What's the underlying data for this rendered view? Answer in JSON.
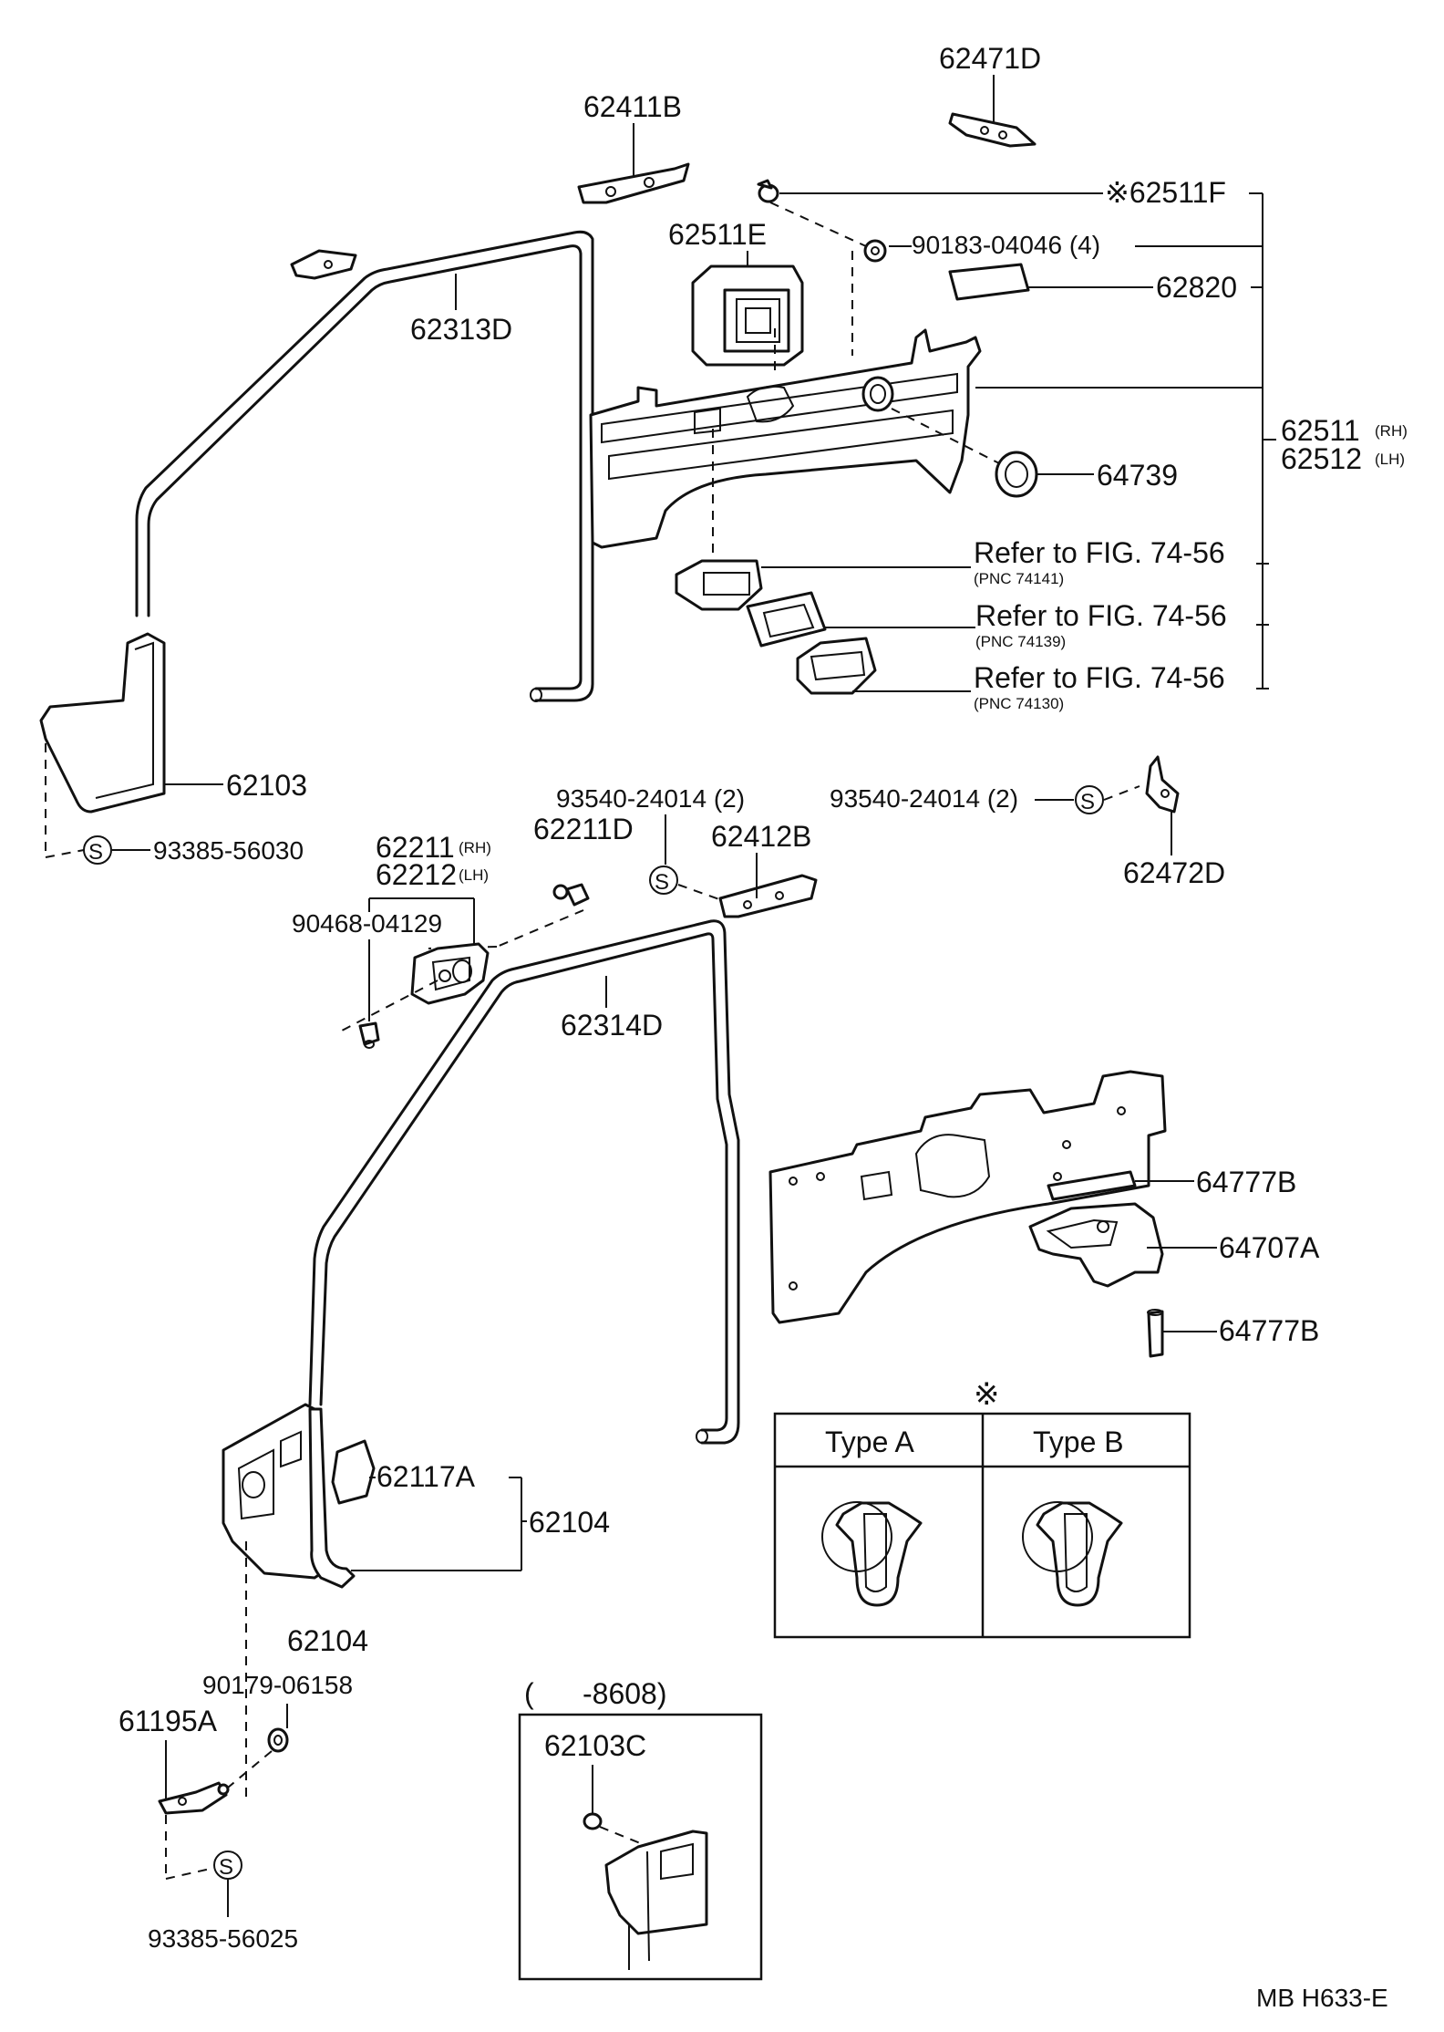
{
  "callouts": {
    "p62471D": "62471D",
    "p62411B": "62411B",
    "p62511F": "※62511F",
    "p62511E": "62511E",
    "p90183": "90183-04046 (4)",
    "p62820": "62820",
    "p62313D": "62313D",
    "p62511": "62511",
    "p62511_rh": "(RH)",
    "p62512": "62512",
    "p62512_lh": "(LH)",
    "p64739": "64739",
    "ref1": "Refer to FIG. 74-56",
    "ref1_pnc": "(PNC 74141)",
    "ref2": "Refer to FIG. 74-56",
    "ref2_pnc": "(PNC 74139)",
    "ref3": "Refer to FIG. 74-56",
    "ref3_pnc": "(PNC 74130)",
    "p62103": "62103",
    "p93385_56030": "93385-56030",
    "p93540_a": "93540-24014 (2)",
    "p93540_b": "93540-24014 (2)",
    "p62211": "62211",
    "p62211_rh": "(RH)",
    "p62212": "62212",
    "p62212_lh": "(LH)",
    "p62211D": "62211D",
    "p62412B": "62412B",
    "p62472D": "62472D",
    "p90468": "90468-04129",
    "p62314D": "62314D",
    "p64777B_a": "64777B",
    "p64707A": "64707A",
    "p64777B_b": "64777B",
    "p62117A": "62117A",
    "p62104_a": "62104",
    "p62104_b": "62104",
    "p90179": "90179-06158",
    "p61195A": "61195A",
    "p93385_56025": "93385-56025",
    "inset_range": "(      -8608)",
    "p62103C": "62103C",
    "s_mark1": "S",
    "s_mark2": "S",
    "s_mark3": "S",
    "s_mark4": "S"
  },
  "type_table": {
    "note_mark": "※",
    "type_a": "Type A",
    "type_b": "Type B"
  },
  "footer": {
    "figure_code": "MB  H633-E"
  }
}
